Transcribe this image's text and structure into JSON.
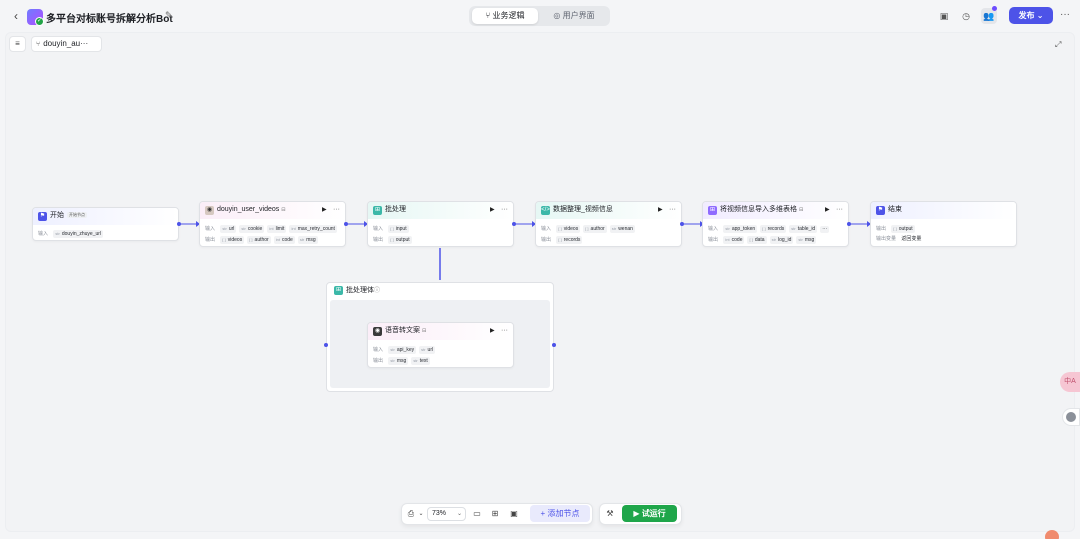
{
  "header": {
    "back_icon": "chevron-left-icon",
    "app_title": "多平台对标账号拆解分析Bot",
    "tabs": [
      {
        "label": "业务逻辑",
        "icon": "workflow-icon",
        "active": true
      },
      {
        "label": "用户界面",
        "icon": "palette-icon",
        "active": false
      }
    ],
    "publish_label": "发布",
    "publish_color": "#4d53e8"
  },
  "canvas": {
    "flow_name": "douyin_au···",
    "zoom": "73%",
    "add_node_label": "添加节点",
    "try_run_label": "试运行",
    "try_run_color": "#1fa64a"
  },
  "labels": {
    "input": "输入",
    "output": "输出",
    "output_var": "输出变量"
  },
  "nodes": {
    "start": {
      "title": "开始",
      "tag": "开始节点",
      "inputs": [
        {
          "type": "str",
          "name": "douyin_zhuye_url"
        }
      ]
    },
    "douyin": {
      "title": "douyin_user_videos",
      "inputs": [
        {
          "type": "str",
          "name": "url"
        },
        {
          "type": "str",
          "name": "cookie"
        },
        {
          "type": "int",
          "name": "limit"
        },
        {
          "type": "int",
          "name": "max_retry_count"
        }
      ],
      "outputs": [
        {
          "type": "[ ]",
          "name": "videos"
        },
        {
          "type": "[ ]",
          "name": "author"
        },
        {
          "type": "int",
          "name": "code"
        },
        {
          "type": "str",
          "name": "msg"
        }
      ]
    },
    "batch": {
      "title": "批处理",
      "inputs": [
        {
          "type": "[ ]",
          "name": "input"
        }
      ],
      "outputs": [
        {
          "type": "[ ]",
          "name": "output"
        }
      ]
    },
    "data": {
      "title": "数据整理_视频信息",
      "inputs": [
        {
          "type": "[ ]",
          "name": "videos"
        },
        {
          "type": "[ ]",
          "name": "author"
        },
        {
          "type": "str",
          "name": "wenan"
        }
      ],
      "outputs": [
        {
          "type": "[ ]",
          "name": "records"
        }
      ]
    },
    "import": {
      "title": "将视频信息导入多维表格",
      "inputs": [
        {
          "type": "str",
          "name": "app_token"
        },
        {
          "type": "[ ]",
          "name": "records"
        },
        {
          "type": "str",
          "name": "table_id"
        }
      ],
      "outputs": [
        {
          "type": "int",
          "name": "code"
        },
        {
          "type": "[ ]",
          "name": "data"
        },
        {
          "type": "str",
          "name": "log_id"
        },
        {
          "type": "str",
          "name": "msg"
        }
      ]
    },
    "end": {
      "title": "结束",
      "inputs": [
        {
          "type": "[ ]",
          "name": "output"
        }
      ],
      "output_text": "返回变量"
    },
    "batch_body": {
      "title": "批处理体"
    },
    "speech": {
      "title": "语音转文案",
      "inputs": [
        {
          "type": "str",
          "name": "api_key"
        },
        {
          "type": "str",
          "name": "url"
        }
      ],
      "outputs": [
        {
          "type": "str",
          "name": "msg"
        },
        {
          "type": "str",
          "name": "text"
        }
      ]
    }
  },
  "floating": {
    "translate_label": "中A"
  }
}
